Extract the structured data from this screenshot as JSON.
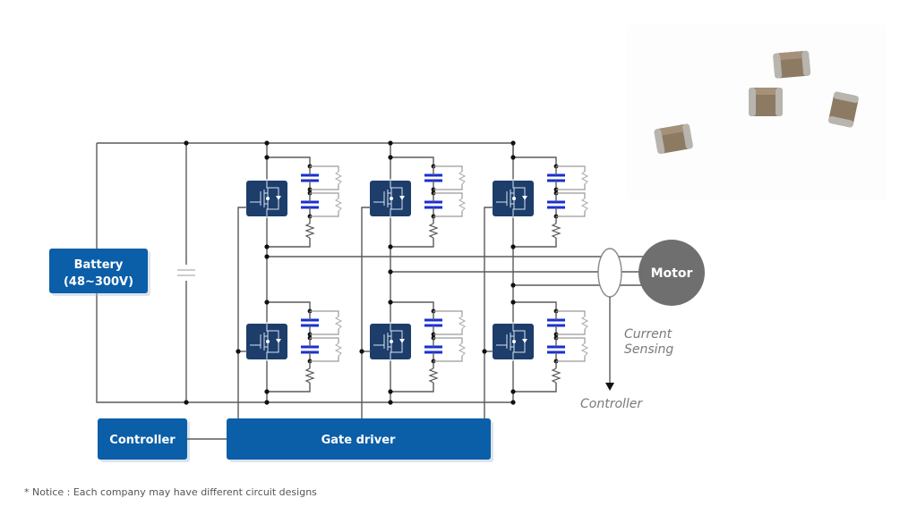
{
  "diagram": {
    "battery": {
      "line1": "Battery",
      "line2": "(48~300V)"
    },
    "controller_box": "Controller",
    "gate_driver": "Gate driver",
    "motor": "Motor",
    "current_sensing": {
      "line1": "Current",
      "line2": "Sensing"
    },
    "controller_label": "Controller",
    "notice": "* Notice :  Each company may have different circuit designs",
    "phases": 3,
    "switches_per_phase": 2,
    "colors": {
      "box_blue": "#0b5ea8",
      "mosfet_navy": "#1d3d6b",
      "capacitor_blue": "#1a2fd0",
      "motor_gray": "#6f6f6f",
      "wire_gray": "#5a5a5a"
    },
    "photo": {
      "subject": "MLCC chip capacitors",
      "count": 4
    }
  }
}
